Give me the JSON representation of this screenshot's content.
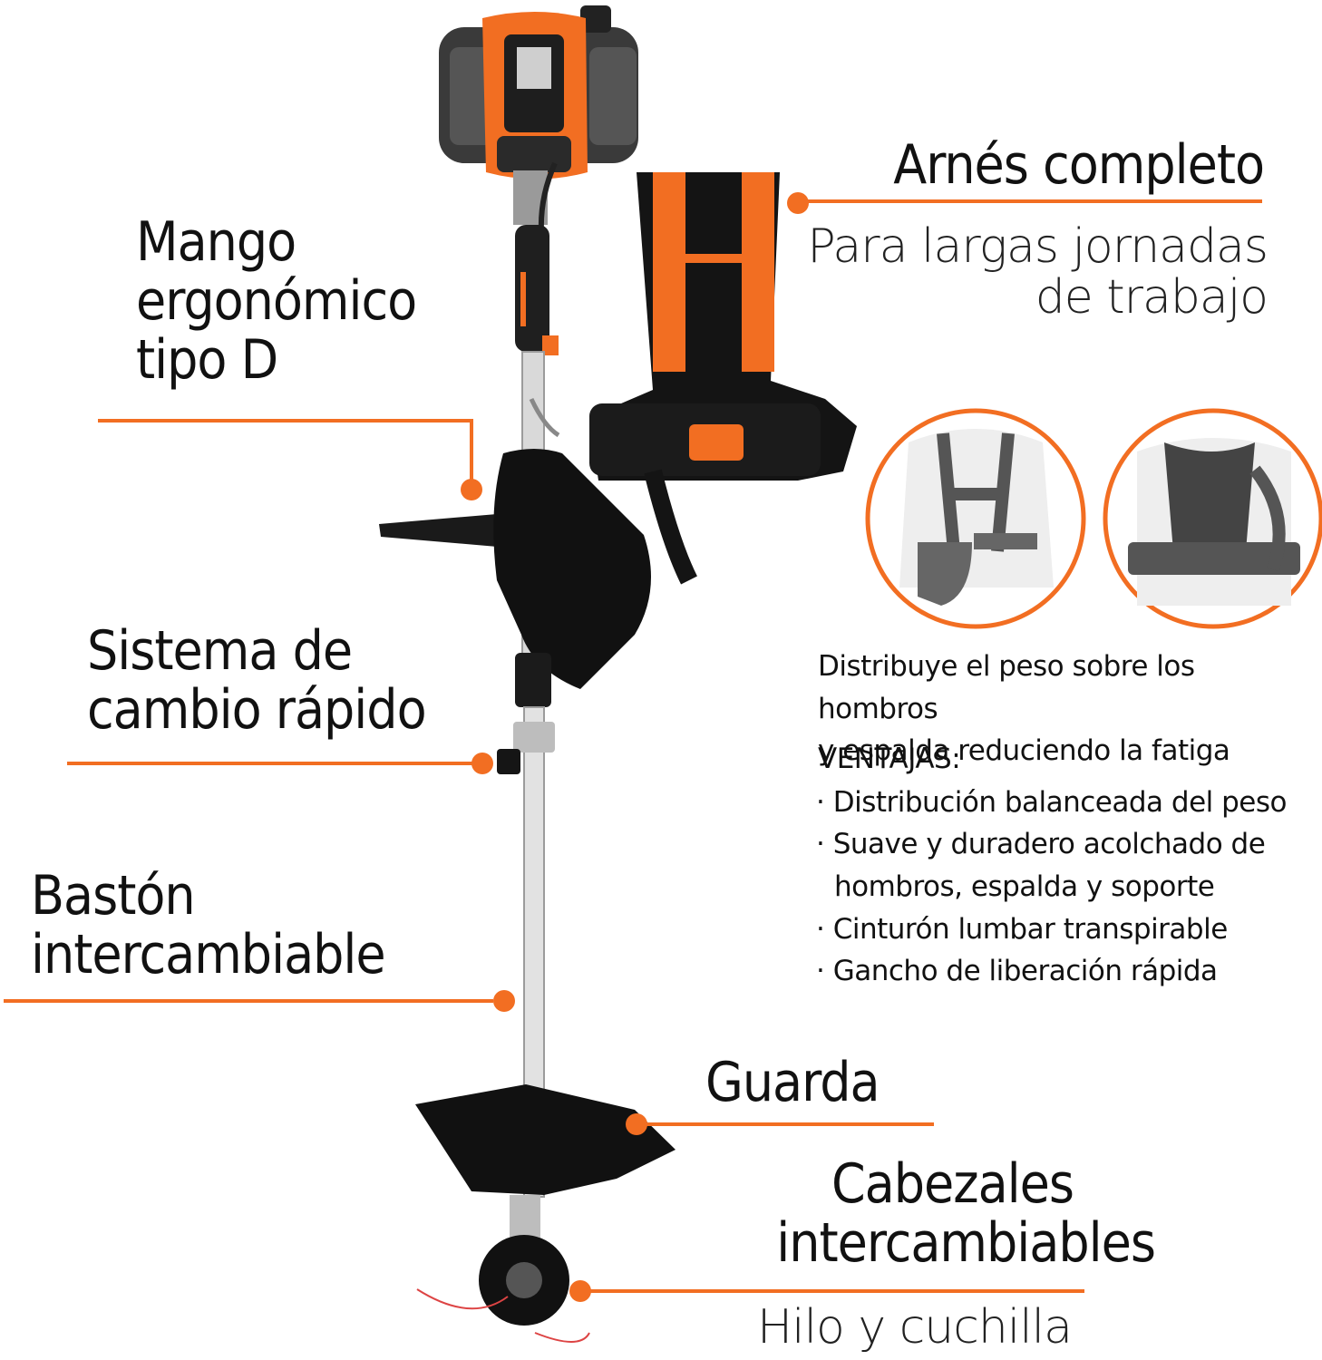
{
  "labels": {
    "mango": [
      "Mango",
      "ergonómico",
      "tipo D"
    ],
    "arnes_title": "Arnés completo",
    "arnes_sub": [
      "Para largas jornadas",
      "de trabajo"
    ],
    "sistema": [
      "Sistema de",
      "cambio rápido"
    ],
    "baston": [
      "Bastón",
      "intercambiable"
    ],
    "guarda": "Guarda",
    "cabezales": [
      "Cabezales",
      "intercambiables"
    ],
    "cabezales_sub": "Hilo y cuchilla"
  },
  "description": [
    "Distribuye el peso sobre los hombros",
    "y espalda reduciendo la fatiga"
  ],
  "advantages": {
    "title": "VENTAJAS:",
    "items": [
      [
        "Distribución balanceada del peso"
      ],
      [
        "Suave y duradero acolchado de",
        "hombros, espalda y soporte"
      ],
      [
        "Cinturón lumbar transpirable"
      ],
      [
        "Gancho de liberación rápida"
      ]
    ]
  },
  "colors": {
    "accent": "#f26e22",
    "dark": "#1a1a1a"
  }
}
